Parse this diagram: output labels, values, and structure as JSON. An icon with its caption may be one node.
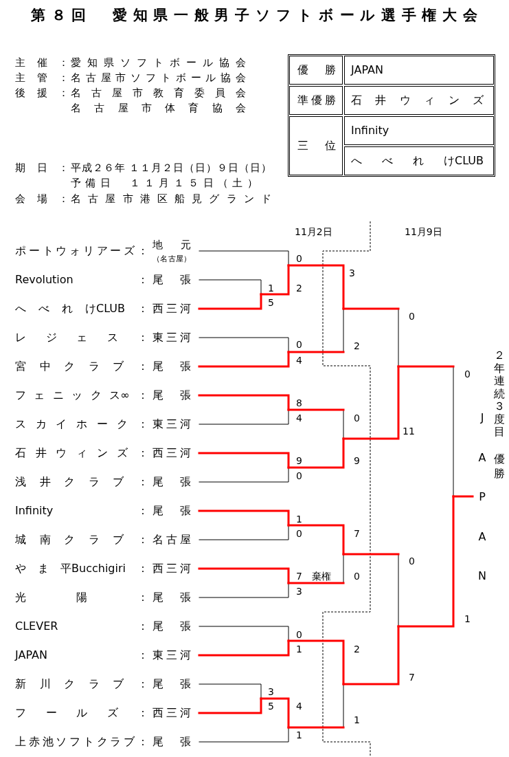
{
  "diagram": {
    "title": "第８回　愛知県一般男子ソフトボール選手権大会",
    "nodes": [
      {
        "text": [
          "ポートウォリアーズ：",
          "地元",
          "（名古屋）"
        ]
      },
      {
        "text": [
          "Revolution：",
          "尾張"
        ]
      },
      {
        "text": [
          "へべれけCLUB：",
          "西三河"
        ]
      },
      {
        "text": [
          "レジェス：",
          "東三河"
        ]
      },
      {
        "text": [
          "宮中クラブ：",
          "尾張"
        ]
      },
      {
        "text": [
          "フェニックス∞：",
          "尾張"
        ]
      },
      {
        "text": [
          "スカイホーク：",
          "東三河"
        ]
      },
      {
        "text": [
          "石井ウィンズ：",
          "西三河"
        ]
      },
      {
        "text": [
          "浅井クラブ：",
          "尾張"
        ]
      },
      {
        "text": [
          "Infinity：",
          "尾張"
        ]
      },
      {
        "text": [
          "城南クラブ：",
          "名古屋"
        ]
      },
      {
        "text": [
          "やま平Bucchigiri：",
          "西三河"
        ]
      },
      {
        "text": [
          "光陽：",
          "尾張"
        ]
      },
      {
        "text": [
          "CLEVER：",
          "尾張"
        ]
      },
      {
        "text": [
          "JAPAN：",
          "東三河"
        ]
      },
      {
        "text": [
          "新川クラブ：",
          "尾張"
        ]
      },
      {
        "text": [
          "フールズ：",
          "西三河"
        ]
      },
      {
        "text": [
          "上赤池ソフトクラブ：",
          "尾張"
        ]
      },
      {
        "text": [
          "JAPAN"
        ],
        "beside": [
          "２年連続３度目",
          "優勝"
        ]
      }
    ],
    "edges": [
      {
        "from": 0,
        "to": null,
        "arrow": "none"
      },
      {
        "from": 1,
        "to": null,
        "arrow": "none"
      },
      {
        "from": 2,
        "to": null,
        "arrow": "none",
        "style": "thick",
        "color": "#ff0000"
      },
      {
        "from": 3,
        "to": null,
        "arrow": "none"
      },
      {
        "from": 4,
        "to": null,
        "arrow": "none",
        "style": "thick",
        "color": "#ff0000"
      },
      {
        "from": 5,
        "to": null,
        "arrow": "none",
        "style": "thick",
        "color": "#ff0000"
      },
      {
        "from": 6,
        "to": null,
        "arrow": "none"
      },
      {
        "from": 7,
        "to": null,
        "arrow": "none",
        "style": "thick",
        "color": "#ff0000"
      },
      {
        "from": 8,
        "to": null,
        "arrow": "none"
      },
      {
        "from": 9,
        "to": null,
        "arrow": "none",
        "style": "thick",
        "color": "#ff0000"
      },
      {
        "from": 10,
        "to": null,
        "arrow": "none"
      },
      {
        "from": 11,
        "to": null,
        "arrow": "none",
        "style": "thick",
        "color": "#ff0000"
      },
      {
        "from": 12,
        "to": null,
        "arrow": "none"
      },
      {
        "from": 13,
        "to": null,
        "arrow": "none"
      },
      {
        "from": 14,
        "to": null,
        "arrow": "none",
        "style": "thick",
        "color": "#ff0000"
      },
      {
        "from": 15,
        "to": null,
        "arrow": "none"
      },
      {
        "from": 16,
        "to": null,
        "arrow": "none",
        "style": "thick",
        "color": "#ff0000"
      },
      {
        "from": 17,
        "to": null,
        "arrow": "none"
      },
      {
        "from": null,
        "to": 18,
        "arrow": "none",
        "style": "thick",
        "color": "#ff0000"
      }
    ],
    "labels": [
      "主催：",
      "愛知県ソフトボール協会",
      "主管：",
      "名古屋市ソフトボール協会",
      "後援：",
      "名古屋市教育委員会",
      "名古屋市体育協会",
      "期日：",
      "平成２６年 １１月２日（日）９日（日）",
      "予備日　１１月１５日（土）",
      "会場：",
      "名古屋市港区船見グランド",
      "優勝",
      "JAPAN",
      "準優勝",
      "石井ウィンズ",
      "三位",
      "Infinity",
      "へべれけCLUB",
      "11月2日",
      "11月9日",
      "0",
      "3",
      "1",
      "2",
      "5",
      "0",
      "0",
      "2",
      "4",
      "0",
      "8",
      "4",
      "0",
      "11",
      "9",
      "9",
      "0",
      "1",
      "0",
      "7",
      "0",
      "7",
      "棄権",
      "0",
      "3",
      "1",
      "0",
      "1",
      "2",
      "7",
      "3",
      "5",
      "4",
      "1",
      "1"
    ]
  }
}
